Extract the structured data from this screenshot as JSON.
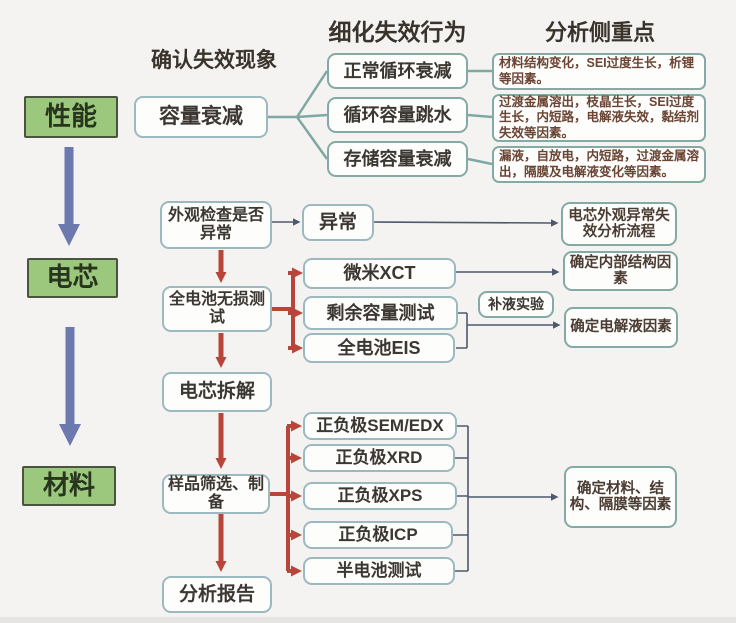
{
  "headers": {
    "confirm": "确认失效现象",
    "refine": "细化失效行为",
    "focus": "分析侧重点"
  },
  "stages": {
    "performance": "性能",
    "cell": "电芯",
    "material": "材料"
  },
  "performance": {
    "phenomenon": "容量衰减",
    "behaviors": [
      "正常循环衰减",
      "循环容量跳水",
      "存储容量衰减"
    ],
    "focus_points": [
      "材料结构变化，SEI过度生长，析锂等因素。",
      "过渡金属溶出，枝晶生长，SEI过度生长，内短路，电解液失效，黏结剂失效等因素。",
      "漏液，自放电，内短路，过渡金属溶出，隔膜及电解液变化等因素。"
    ]
  },
  "cell": {
    "visual_check": "外观检查是否异常",
    "abnormal": "异常",
    "abnormal_flow": "电芯外观异常失效分析流程",
    "nondestructive_test": "全电池无损测试",
    "tests": [
      "微米XCT",
      "剩余容量测试",
      "全电池EIS"
    ],
    "refill_experiment": "补液实验",
    "internal_structure_result": "确定内部结构因素",
    "electrolyte_result": "确定电解液因素",
    "disassembly": "电芯拆解"
  },
  "material": {
    "sample_prep": "样品筛选、制备",
    "tests": [
      "正负极SEM/EDX",
      "正负极XRD",
      "正负极XPS",
      "正负极ICP",
      "半电池测试"
    ],
    "result": "确定材料、结构、隔膜等因素",
    "report": "分析报告"
  },
  "colors": {
    "background": "#f4f3f1",
    "stage_fill": "#9cc87e",
    "red_arrow": "#b8453a",
    "blue_arrow": "#6b79ae",
    "teal_line": "#7fa8a2",
    "thin_line": "#4e596e",
    "box_border": "#9cb9c0",
    "teal_border": "#83aaa4"
  }
}
